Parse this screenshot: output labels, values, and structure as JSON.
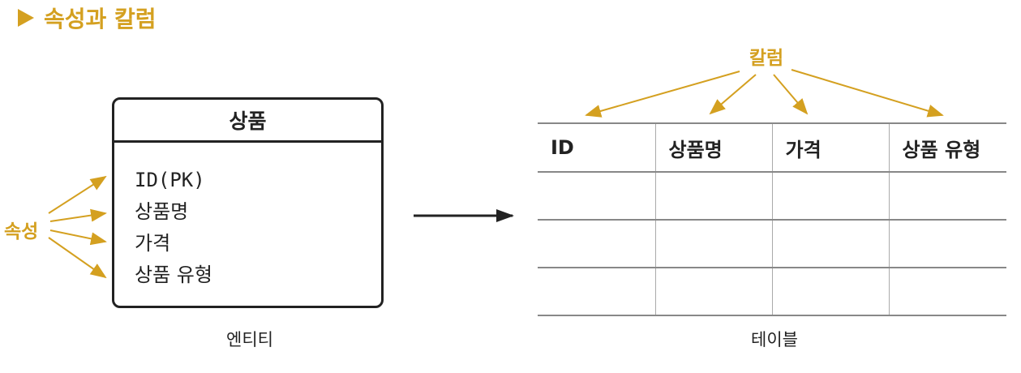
{
  "title": "속성과 칼럼",
  "entity": {
    "name": "상품",
    "attributes": [
      "ID(PK)",
      "상품명",
      "가격",
      "상품 유형"
    ],
    "caption": "엔티티"
  },
  "labels": {
    "attribute": "속성",
    "column": "칼럼"
  },
  "table": {
    "columns": [
      "ID",
      "상품명",
      "가격",
      "상품 유형"
    ],
    "empty_rows": 3,
    "caption": "테이블"
  },
  "colors": {
    "accent": "#d4a020",
    "text": "#222222",
    "rule": "#888888"
  }
}
